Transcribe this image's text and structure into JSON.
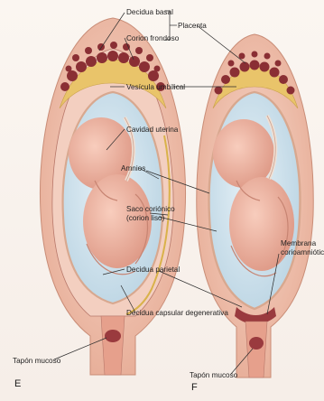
{
  "panels": {
    "left": {
      "letter": "E"
    },
    "right": {
      "letter": "F"
    }
  },
  "labels": {
    "decidua_basal": "Decidua basal",
    "corion_frondoso": "Corion frondoso",
    "placenta": "Placenta",
    "vesicula_umbilical": "Vesícula umbilical",
    "cavidad_uterina": "Cavidad uterina",
    "amnios": "Amnios",
    "saco_corionico_1": "Saco coriónico",
    "saco_corionico_2": "(corion liso)",
    "decidua_parietal": "Decidua parietal",
    "membrana_1": "Membrana",
    "membrana_2": "corioamniótica",
    "decidua_capsular": "Decidua capsular degenerativa",
    "tapon_left": "Tapón mucoso",
    "tapon_right": "Tapón mucoso"
  },
  "colors": {
    "uterine_wall": "#f2c7b3",
    "uterine_wall_edge": "#c98d77",
    "amniotic_cavity": "#cfe4ef",
    "fetus": "#f0b6a2",
    "fetus_shadow": "#d98f7a",
    "placenta_villi": "#8a2f34",
    "chorion_yellow": "#e9c46a",
    "decidua": "#e6a08c"
  }
}
